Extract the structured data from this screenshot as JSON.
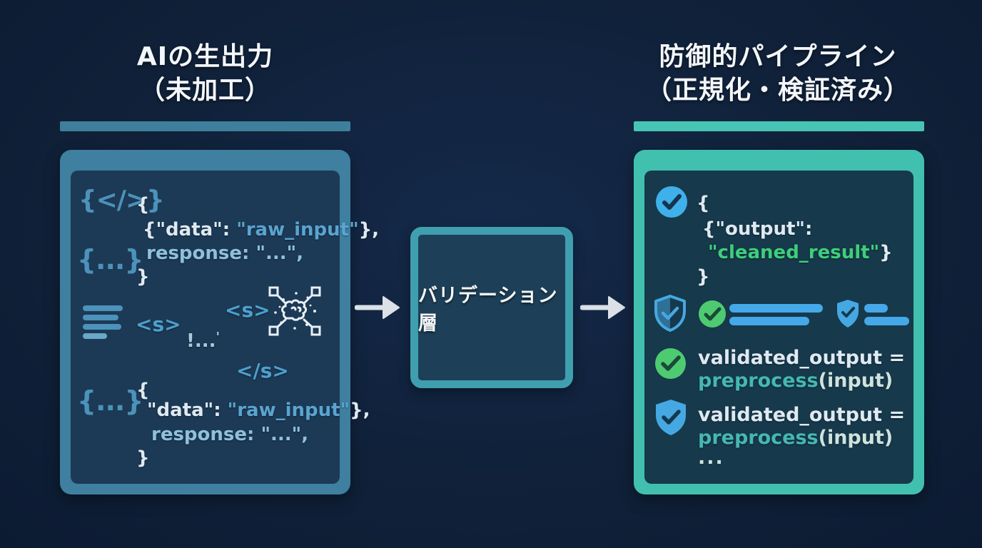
{
  "left": {
    "title_line1": "AIの生出力",
    "title_line2": "（未加工）",
    "icon_code_glyph": "{</>}",
    "icon_braces_glyph": "{...}",
    "code_top": {
      "open": "{",
      "key": "{\"data\": ",
      "value": "\"raw_input\"",
      "value_end": "},",
      "line3": "response: \"...\",",
      "close": "}"
    },
    "tokens": {
      "s_open_1": "<s>",
      "s_open_2": "<s>",
      "exclaim": "!...",
      "exclaim_tail": "'",
      "s_close": "</s>"
    },
    "code_bottom": {
      "open": "{",
      "key": "\"data\": ",
      "value": "\"raw_input\"",
      "value_end": "},",
      "line3": "response: \"...\",",
      "close": "}"
    }
  },
  "middle": {
    "label": "バリデーション層"
  },
  "right": {
    "title_line1": "防御的パイプライン",
    "title_line2": "（正規化・検証済み）",
    "code": {
      "open": "{",
      "line2": "{\"output\":",
      "value": "\"cleaned_result\"",
      "value_end": "}",
      "close": "}"
    },
    "item_green": {
      "line1": "validated_output =",
      "fn": "preprocess",
      "arg": "(input)"
    },
    "item_shield": {
      "line1": "validated_output =",
      "fn": "preprocess",
      "arg": "(input)"
    },
    "ellipsis": "..."
  },
  "colors": {
    "background": "#0e1e37",
    "left_accent": "#3e7f9b",
    "right_accent": "#48c4b4",
    "left_panel_border": "#3f7fa0",
    "left_panel_bg": "#1c3a55",
    "mid_box_border": "#3f9fae",
    "mid_box_bg": "#1d4058",
    "right_panel_border": "#41c0b0",
    "right_panel_bg": "#16394b",
    "code_value_blue": "#5aa4d0",
    "code_green": "#3ecf7a",
    "code_teal": "#45b8b0",
    "shield_blue": "#45a8e2",
    "check_green": "#4ecb71",
    "arrow": "#dbe1e7"
  }
}
